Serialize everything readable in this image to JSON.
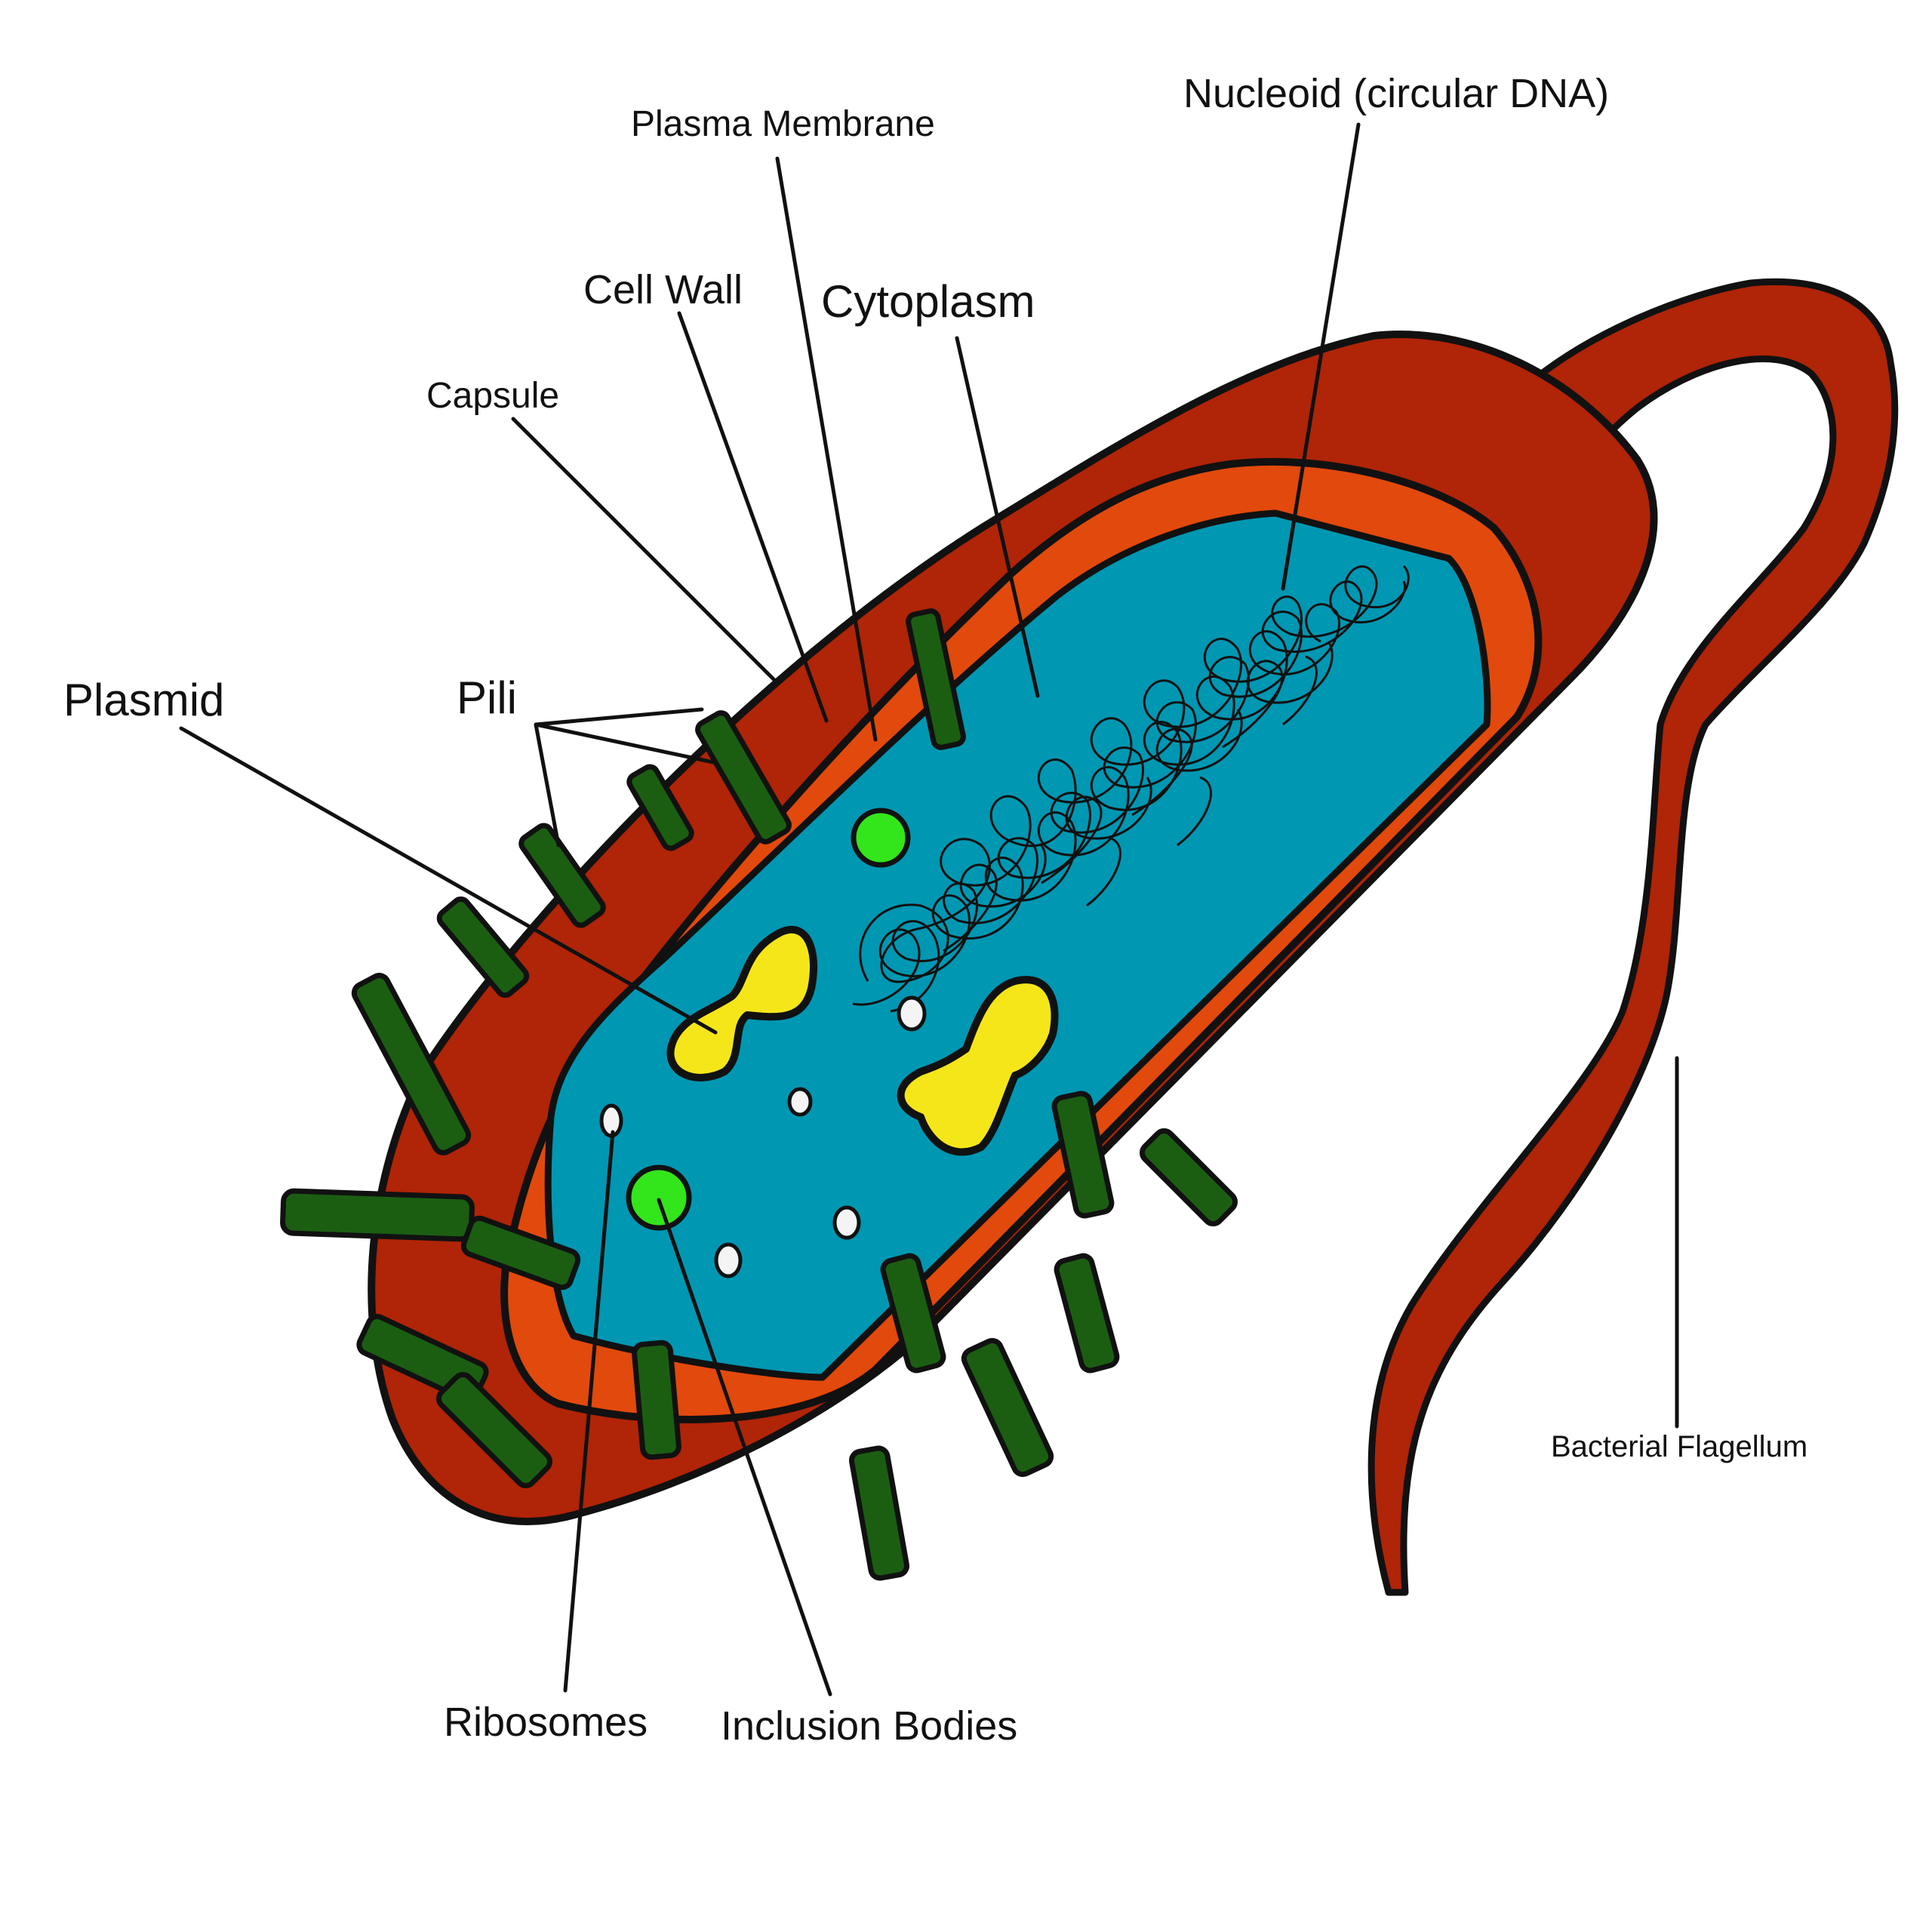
{
  "labels": {
    "nucleoid": "Nucleoid (circular DNA)",
    "plasma_membrane": "Plasma Membrane",
    "cell_wall": "Cell Wall",
    "cytoplasm": "Cytoplasm",
    "capsule": "Capsule",
    "plasmid": "Plasmid",
    "pili": "Pili",
    "bacterial_flagellum": "Bacterial Flagellum",
    "ribosomes": "Ribosomes",
    "inclusion_bodies": "Inclusion Bodies"
  },
  "colors": {
    "capsule": "#b02407",
    "cell_wall": "#e2490c",
    "cytoplasm": "#0097b2",
    "pili": "#1b5e12",
    "plasmid": "#f5e61a",
    "inclusion_body": "#33e51b",
    "outline": "#111111"
  }
}
